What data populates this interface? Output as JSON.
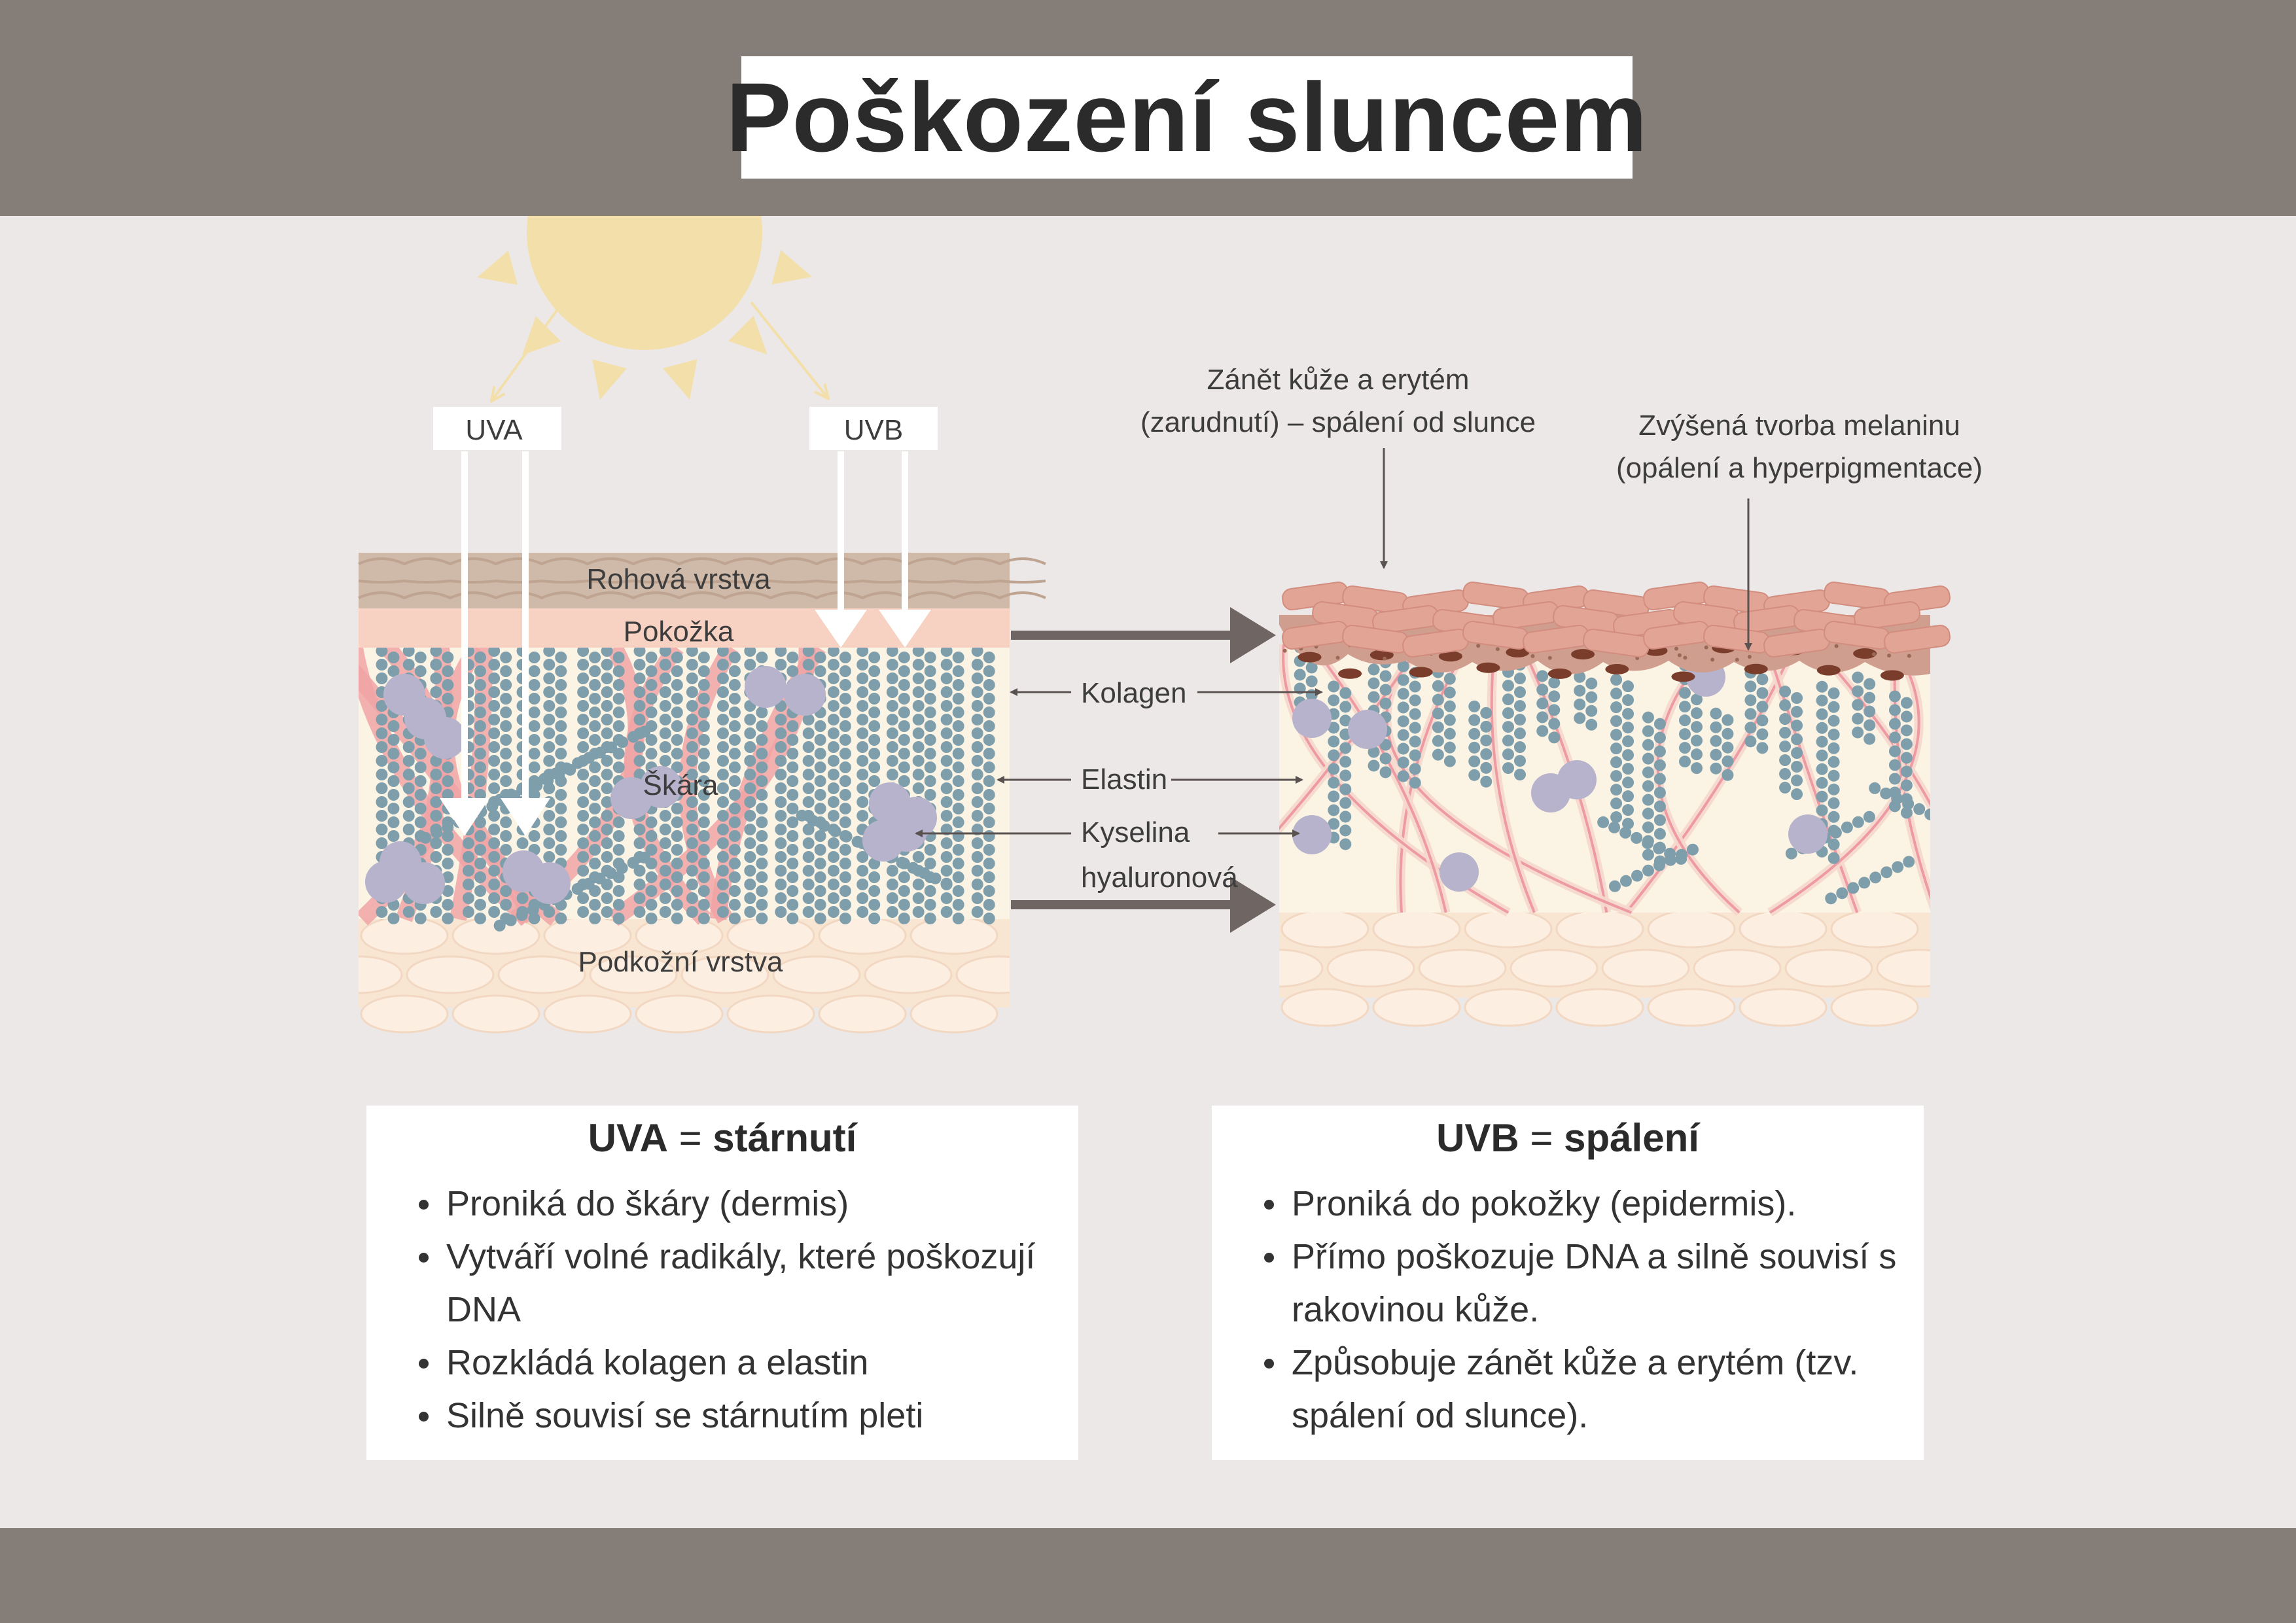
{
  "title": "Poškození sluncem",
  "rays": {
    "uva": "UVA",
    "uvb": "UVB"
  },
  "layers": {
    "stratum_corneum": "Rohová vrstva",
    "epidermis": "Pokožka",
    "dermis": "Škára",
    "subcutis": "Podkožní vrstva"
  },
  "components": {
    "collagen": "Kolagen",
    "elastin": "Elastin",
    "hyaluronic_line1": "Kyselina",
    "hyaluronic_line2": "hyaluronová"
  },
  "effects": {
    "inflammation_line1": "Zánět kůže a erytém",
    "inflammation_line2": "(zarudnutí) – spálení od slunce",
    "melanin_line1": "Zvýšená tvorba melaninu",
    "melanin_line2": "(opálení a hyperpigmentace)"
  },
  "uva_box": {
    "heading_bold": "UVA",
    "heading_eq": " = ",
    "heading_rest": "stárnutí",
    "items": [
      "Proniká do škáry (dermis)",
      " Vytváří volné radikály, které poškozují DNA",
      " Rozkládá kolagen a elastin",
      " Silně souvisí se stárnutím pleti"
    ]
  },
  "uvb_box": {
    "heading_bold": "UVB",
    "heading_eq": " = ",
    "heading_rest": "spálení",
    "items": [
      "Proniká do pokožky (epidermis).",
      "Přímo poškozuje DNA a silně souvisí s rakovinou kůže.",
      "Způsobuje zánět kůže a erytém (tzv. spálení od slunce)."
    ]
  },
  "colors": {
    "band": "#857d78",
    "background": "#ece8e7",
    "sun": "#f3dfaa",
    "corneum": "#cfb9a8",
    "epidermis": "#f7d2c2",
    "dermis": "#fbf4e4",
    "subcutis": "#f8e6d3",
    "collagen": "#f0a3a6",
    "elastin_dots": "#7f9eac",
    "hyaluronic": "#b8b3cc",
    "arrow": "#6f6663",
    "damaged_corneum": "#e2a495",
    "melanin": "#7a3d2c"
  }
}
